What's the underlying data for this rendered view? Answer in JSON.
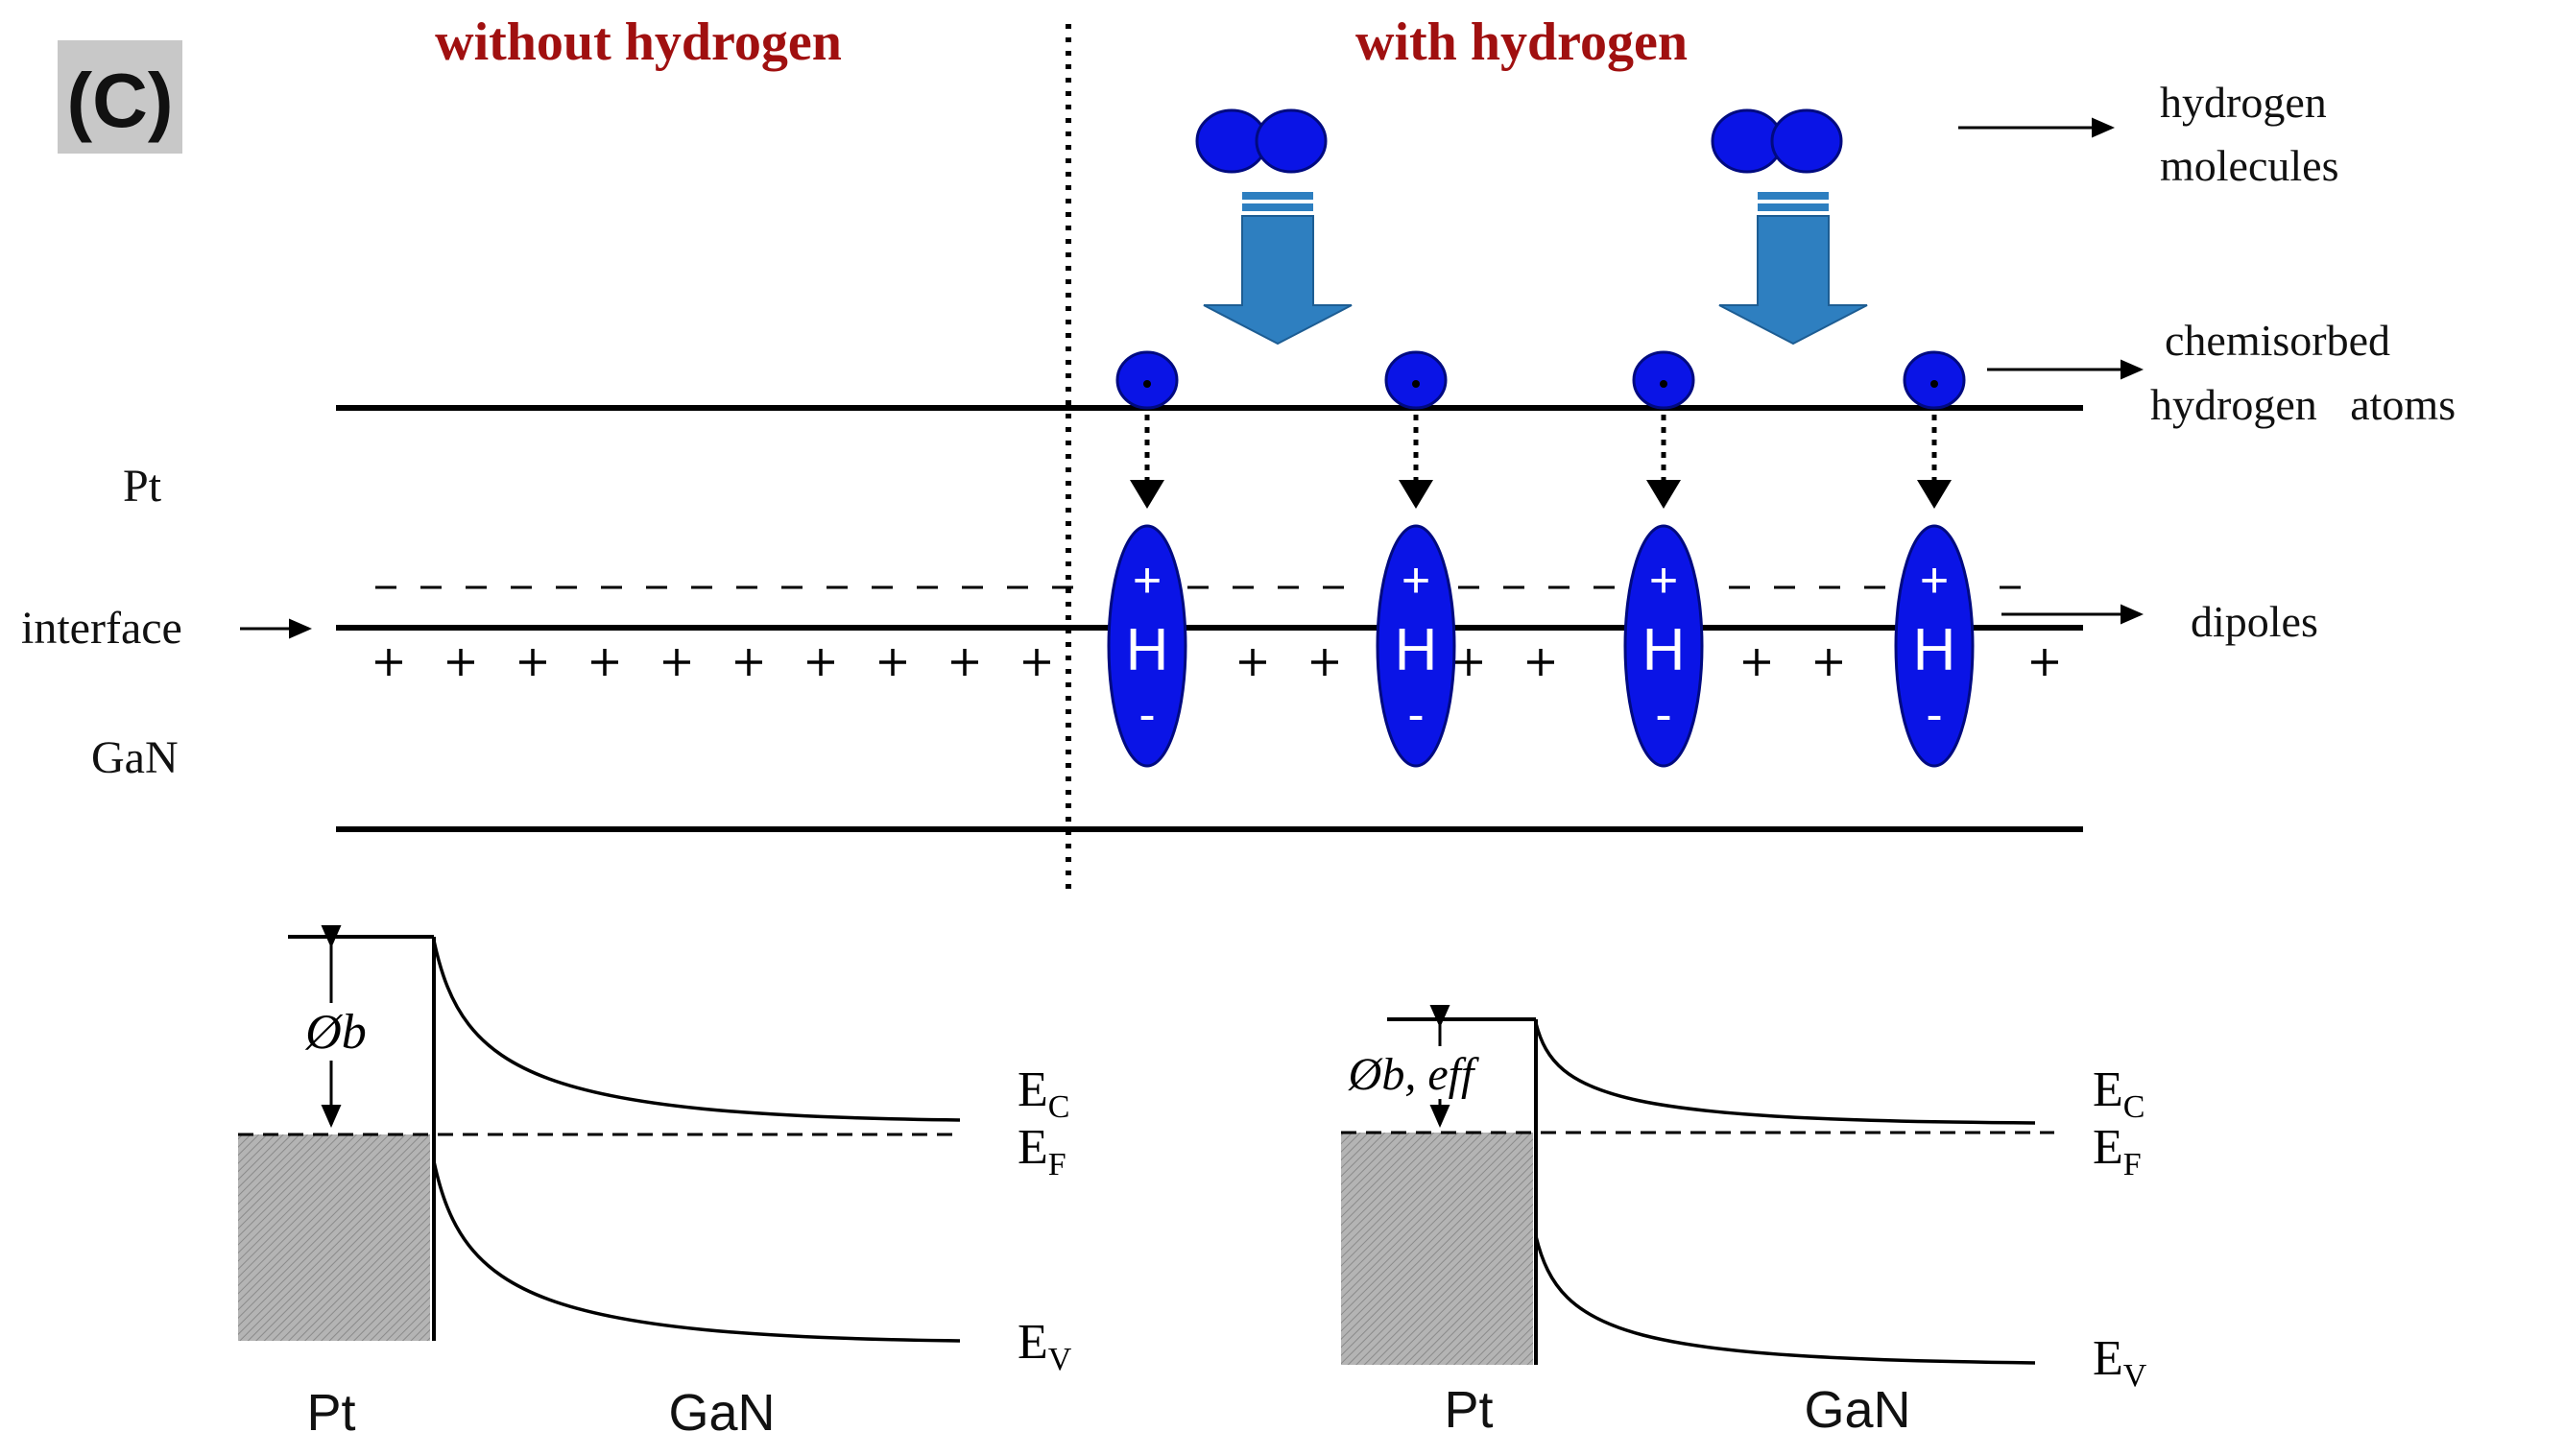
{
  "panel_label": "(C)",
  "headers": {
    "left": "without hydrogen",
    "right": "with hydrogen",
    "color": "#a01010"
  },
  "layers": {
    "pt": "Pt",
    "interface": "interface",
    "gan": "GaN"
  },
  "annotations": {
    "molecules_line1": "hydrogen",
    "molecules_line2": "molecules",
    "chemisorbed_line1": "chemisorbed",
    "chemisorbed_line2": "hydrogen   atoms",
    "dipoles": "dipoles"
  },
  "dipole": {
    "plus": "+",
    "h": "H",
    "minus": "-",
    "color": "#0a14e6"
  },
  "arrow_color": "#2e7fc0",
  "band_left": {
    "barrier": "Øb",
    "ec": "E",
    "ec_sub": "C",
    "ef": "E",
    "ef_sub": "F",
    "ev": "E",
    "ev_sub": "V",
    "pt": "Pt",
    "gan": "GaN"
  },
  "band_right": {
    "barrier": "Øb, eff",
    "ec": "E",
    "ec_sub": "C",
    "ef": "E",
    "ef_sub": "F",
    "ev": "E",
    "ev_sub": "V",
    "pt": "Pt",
    "gan": "GaN"
  }
}
